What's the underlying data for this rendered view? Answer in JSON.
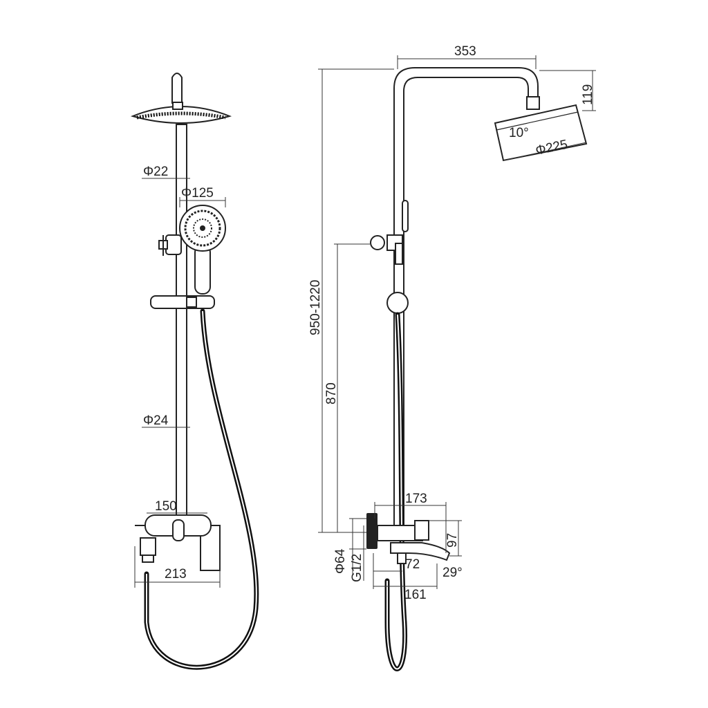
{
  "title": "Shower system dimension drawing",
  "front_view": {
    "pipe_top_diameter": "Φ22",
    "hand_shower_diameter": "Φ125",
    "pipe_bottom_diameter": "Φ24",
    "mixer_inlet_spacing": "150",
    "mixer_width": "213"
  },
  "side_view": {
    "arm_reach": "353",
    "head_drop": "119",
    "head_diameter": "Φ225",
    "head_tilt": "10°",
    "height_range": "950-1220",
    "slider_height": "870",
    "mixer_depth": "173",
    "mixer_height": "97",
    "escutcheon_diameter": "Φ64",
    "thread": "G1/2",
    "spout_offset": "72",
    "spout_reach": "161",
    "spout_angle": "29°"
  }
}
